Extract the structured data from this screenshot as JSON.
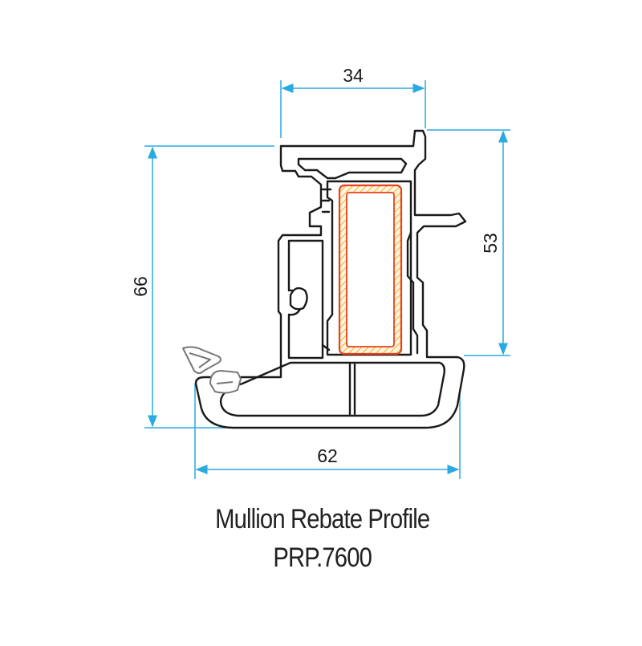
{
  "caption": {
    "title": "Mullion Rebate Profile",
    "code": "PRP.7600"
  },
  "dimensions": {
    "top_width": "34",
    "left_height": "66",
    "right_height": "53",
    "bottom_width": "62"
  },
  "colors": {
    "dimension_line": "#29abe2",
    "profile_outline": "#1a1a1a",
    "steel_outline": "#e8401c",
    "steel_hatch": "#f4b233",
    "gasket": "#777777",
    "text": "#222222"
  }
}
